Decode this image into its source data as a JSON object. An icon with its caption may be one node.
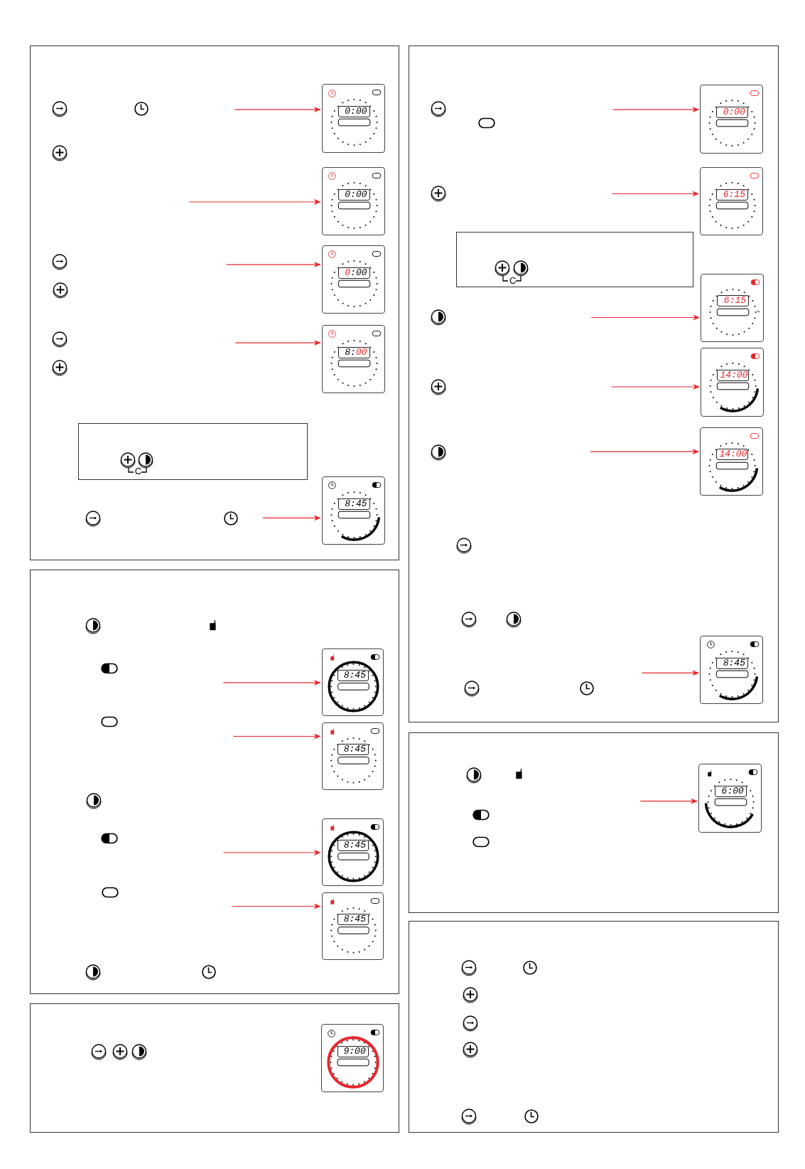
{
  "diagram": {
    "nodes": [
      {
        "text": [],
        "shape": "box"
      },
      {
        "text": [
          "0:00"
        ],
        "in": 0
      },
      {
        "text": [
          "0:00"
        ],
        "in": 0
      },
      {
        "text": [
          "0:00"
        ],
        "in": 0
      },
      {
        "text": [
          "8:00"
        ],
        "in": 0
      },
      {
        "text": [
          "C"
        ],
        "in": 0
      },
      {
        "text": [
          "8:45"
        ],
        "in": 0
      },
      {
        "text": [],
        "shape": "box"
      },
      {
        "text": [
          "8:45"
        ],
        "in": 7
      },
      {
        "text": [
          "8:45"
        ],
        "in": 7
      },
      {
        "text": [
          "8:45"
        ],
        "in": 7
      },
      {
        "text": [
          "8:45"
        ],
        "in": 7
      },
      {
        "text": [],
        "shape": "box"
      },
      {
        "text": [
          "9:00"
        ],
        "in": 12
      },
      {
        "text": [],
        "shape": "box"
      },
      {
        "text": [
          "0:00"
        ],
        "in": 14
      },
      {
        "text": [
          "6:15"
        ],
        "in": 14
      },
      {
        "text": [
          "C"
        ],
        "in": 14
      },
      {
        "text": [
          "6:15"
        ],
        "in": 14
      },
      {
        "text": [
          "14:00"
        ],
        "in": 14
      },
      {
        "text": [
          "14:00"
        ],
        "in": 14
      },
      {
        "text": [
          "8:45"
        ],
        "in": 14
      },
      {
        "text": [],
        "shape": "box"
      },
      {
        "text": [
          "6:00"
        ],
        "in": 22
      },
      {
        "text": [],
        "shape": "box"
      }
    ],
    "edges": [
      {
        "from": null,
        "to": 1,
        "arrow": "to"
      },
      {
        "from": null,
        "to": 2,
        "arrow": "to"
      },
      {
        "from": null,
        "to": 3,
        "arrow": "to"
      },
      {
        "from": null,
        "to": 4,
        "arrow": "to"
      },
      {
        "from": null,
        "to": 6,
        "arrow": "to"
      },
      {
        "from": null,
        "to": 8,
        "arrow": "to"
      },
      {
        "from": null,
        "to": 9,
        "arrow": "to"
      },
      {
        "from": null,
        "to": 10,
        "arrow": "to"
      },
      {
        "from": null,
        "to": 11,
        "arrow": "to"
      },
      {
        "from": null,
        "to": 15,
        "arrow": "to"
      },
      {
        "from": null,
        "to": 16,
        "arrow": "to"
      },
      {
        "from": null,
        "to": 18,
        "arrow": "to"
      },
      {
        "from": null,
        "to": 19,
        "arrow": "to"
      },
      {
        "from": null,
        "to": 20,
        "arrow": "to"
      },
      {
        "from": null,
        "to": 21,
        "arrow": "to"
      },
      {
        "from": null,
        "to": 23,
        "arrow": "to"
      }
    ]
  }
}
